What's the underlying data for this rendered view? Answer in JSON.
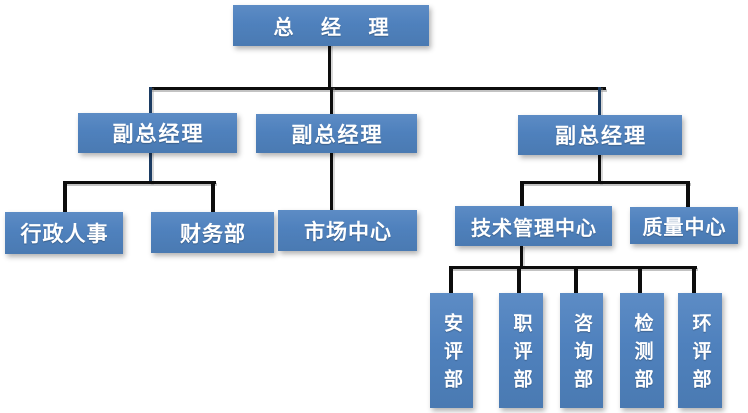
{
  "org": {
    "gm": "总 经 理",
    "vgm1": "副总经理",
    "vgm2": "副总经理",
    "vgm3": "副总经理",
    "admin": "行政人事",
    "finance": "财务部",
    "market": "市场中心",
    "tech": "技术管理中心",
    "quality": "质量中心",
    "d1": "安评部",
    "d2": "职评部",
    "d3": "咨询部",
    "d4": "检测部",
    "d5": "环评部"
  },
  "structure": {
    "root": "总经理",
    "children": [
      {
        "node": "副总经理",
        "children": [
          "行政人事",
          "财务部"
        ]
      },
      {
        "node": "副总经理",
        "children": [
          "市场中心"
        ]
      },
      {
        "node": "副总经理",
        "children": [
          {
            "node": "技术管理中心",
            "children": [
              "安评部",
              "职评部",
              "咨询部",
              "检测部",
              "环评部"
            ]
          },
          {
            "node": "质量中心",
            "children": []
          }
        ]
      }
    ]
  },
  "colors": {
    "box_fill": "#4F81BD",
    "box_text": "#FFFFFF",
    "line_black": "#0D0D0D",
    "line_navy": "#1C3C63",
    "background": "#FFFFFF"
  }
}
